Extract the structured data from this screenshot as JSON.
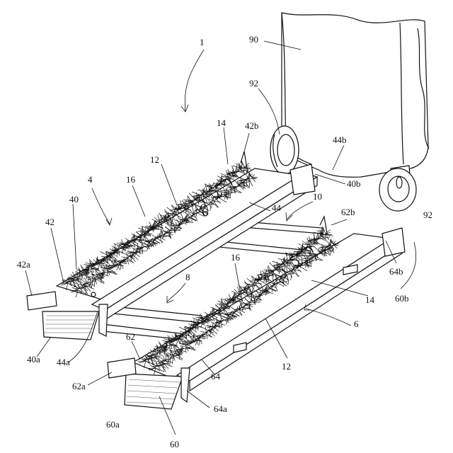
{
  "figure": {
    "labels": [
      {
        "text": "1"
      },
      {
        "text": "90"
      },
      {
        "text": "92"
      },
      {
        "text": "14"
      },
      {
        "text": "42b"
      },
      {
        "text": "12"
      },
      {
        "text": "44b"
      },
      {
        "text": "4"
      },
      {
        "text": "16"
      },
      {
        "text": "40b"
      },
      {
        "text": "40"
      },
      {
        "text": "10"
      },
      {
        "text": "44"
      },
      {
        "text": "62b"
      },
      {
        "text": "92"
      },
      {
        "text": "42"
      },
      {
        "text": "64b"
      },
      {
        "text": "42a"
      },
      {
        "text": "16"
      },
      {
        "text": "8"
      },
      {
        "text": "14"
      },
      {
        "text": "60b"
      },
      {
        "text": "6"
      },
      {
        "text": "62"
      },
      {
        "text": "40a"
      },
      {
        "text": "44a"
      },
      {
        "text": "12"
      },
      {
        "text": "64"
      },
      {
        "text": "62a"
      },
      {
        "text": "64a"
      },
      {
        "text": "60a"
      },
      {
        "text": "60"
      }
    ]
  }
}
